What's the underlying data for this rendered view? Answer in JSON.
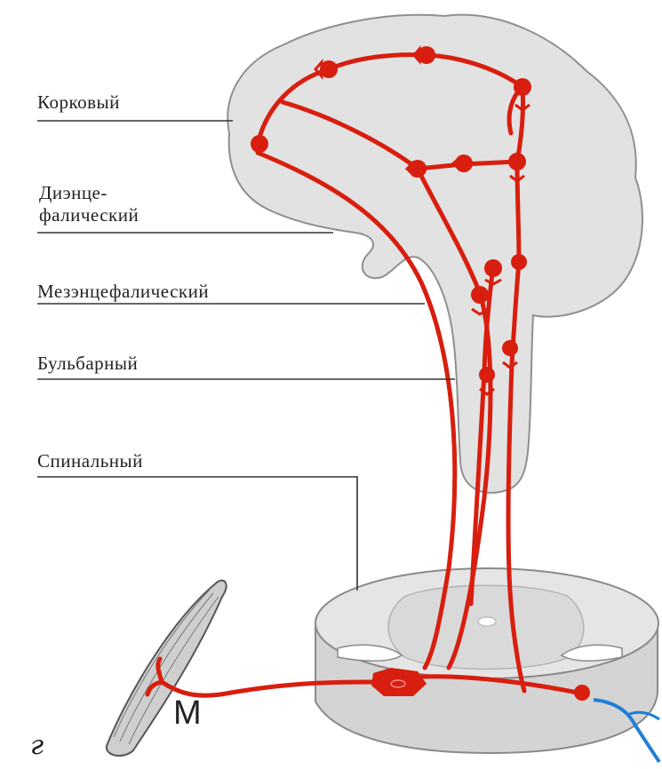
{
  "labels": {
    "cortical": "Корковый",
    "diencephalic_1": "Диэнце-",
    "diencephalic_2": "фалический",
    "mesencephalic": "Мезэнцефалический",
    "bulbar": "Бульбарный",
    "spinal": "Спинальный"
  },
  "markers": {
    "muscle": "М",
    "panel": "г"
  },
  "colors": {
    "tissue": "#e2e2e2",
    "tissue_edge": "#8a8a8a",
    "pathway": "#d81e0e",
    "afferent": "#1f7fd6",
    "text": "#222222"
  }
}
